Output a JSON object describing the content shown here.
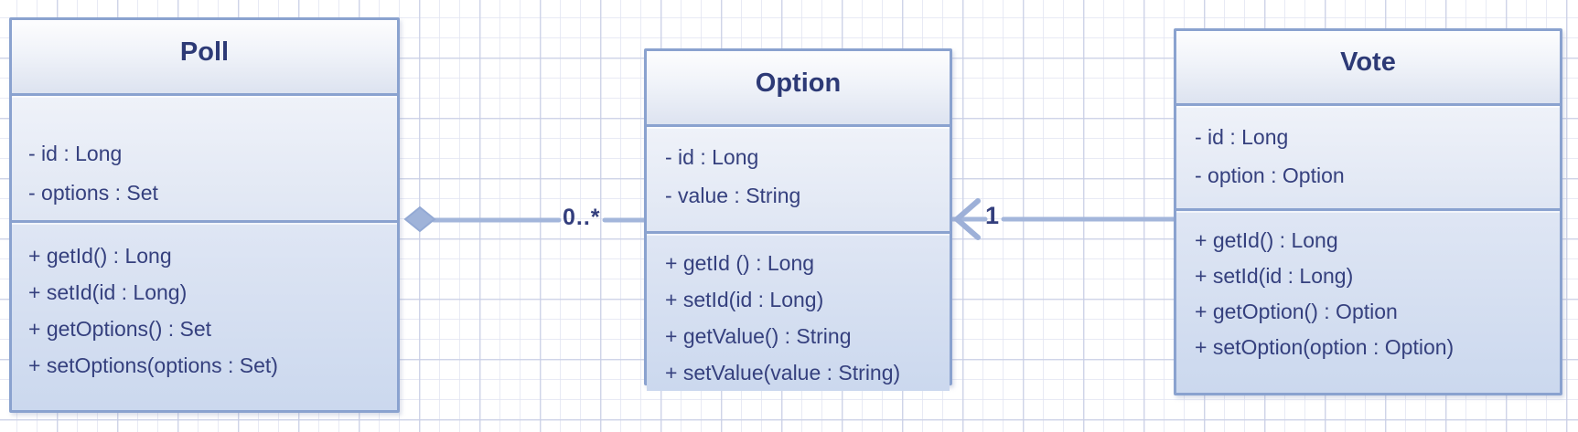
{
  "diagram_type": "uml-class-diagram",
  "classes": [
    {
      "name": "Poll",
      "attributes": [
        "- id : Long",
        "- options : Set"
      ],
      "methods": [
        "+ getId() : Long",
        "+ setId(id : Long)",
        "+ getOptions() : Set",
        "+ setOptions(options : Set)"
      ]
    },
    {
      "name": "Option",
      "attributes": [
        "- id : Long",
        "- value : String"
      ],
      "methods": [
        "+ getId () : Long",
        "+ setId(id : Long)",
        "+ getValue() : String",
        "+ setValue(value : String)"
      ]
    },
    {
      "name": "Vote",
      "attributes": [
        "- id : Long",
        "- option : Option"
      ],
      "methods": [
        "+ getId() : Long",
        "+ setId(id : Long)",
        "+ getOption() : Option",
        "+ setOption(option : Option)"
      ]
    }
  ],
  "relations": [
    {
      "from": "Poll",
      "to": "Option",
      "type": "composition",
      "end_at_from": "filled-diamond",
      "end_at_to": "none",
      "multiplicity": "0..*"
    },
    {
      "from": "Vote",
      "to": "Option",
      "type": "directed-association",
      "end_at_from": "none",
      "end_at_to": "open-arrow",
      "multiplicity": "1"
    }
  ],
  "colors": {
    "box_border": "#8aa2cf",
    "header_gradient_top": "#fdfdfe",
    "header_gradient_bottom": "#dde3f0",
    "attrs_gradient_top": "#eff2f9",
    "attrs_gradient_bottom": "#dfe6f3",
    "methods_gradient_top": "#dfe6f4",
    "methods_gradient_bottom": "#cbd8ee",
    "text": "#35407e",
    "title_text": "#2d3a76",
    "connector_line": "#a3b6db",
    "diamond_fill": "#9fb3d9",
    "grid_minor": "#e2e5f2",
    "grid_major": "#c7cde5",
    "page_background": "#ffffff"
  }
}
